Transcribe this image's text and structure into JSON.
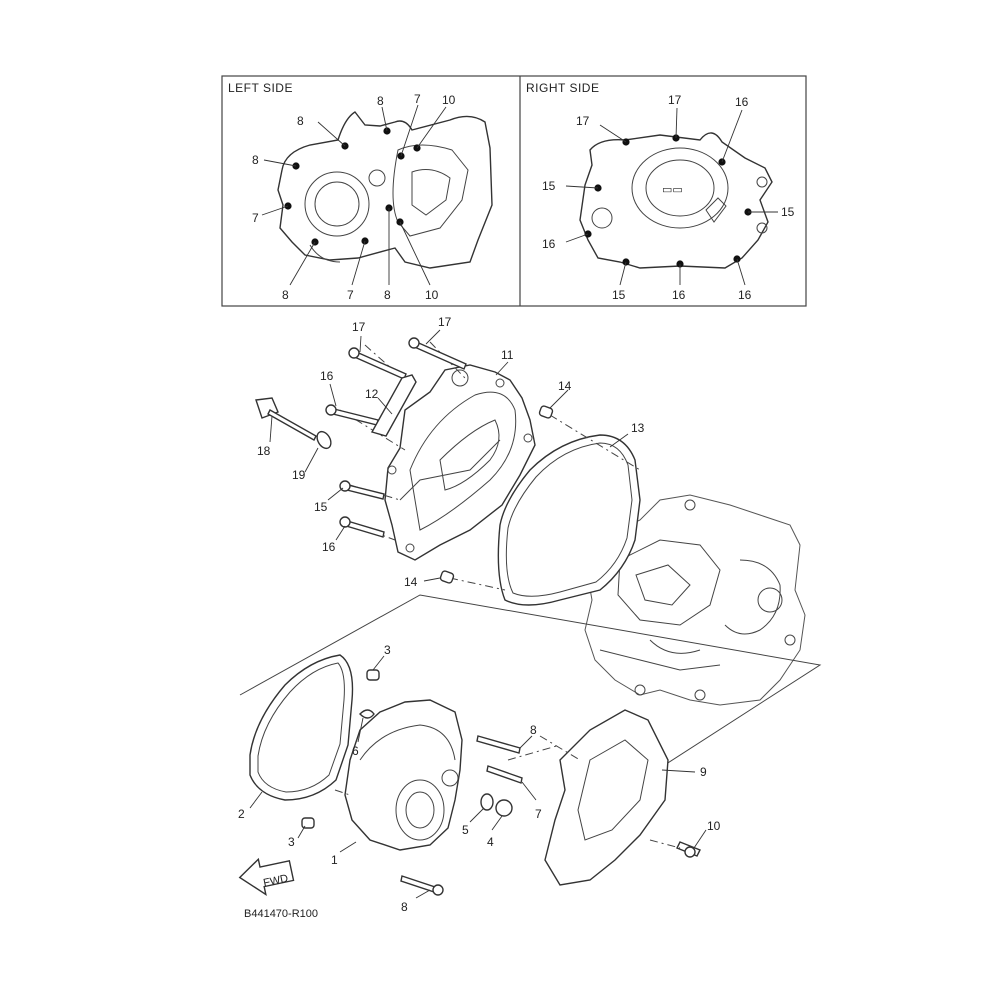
{
  "panels": {
    "left_title": "LEFT SIDE",
    "right_title": "RIGHT SIDE"
  },
  "left_panel_callouts": {
    "top_8": "8",
    "top_7": "7",
    "top_10": "10",
    "upper_8": "8",
    "mid_8": "8",
    "left_7": "7",
    "bot_8a": "8",
    "bot_7": "7",
    "bot_8b": "8",
    "bot_10": "10"
  },
  "right_panel_callouts": {
    "top_17": "17",
    "left_17": "17",
    "top_16": "16",
    "left_15": "15",
    "right_15": "15",
    "left_16": "16",
    "bot_15": "15",
    "bot_16a": "16",
    "bot_16b": "16"
  },
  "main_callouts": {
    "p1": "1",
    "p2": "2",
    "p3a": "3",
    "p3b": "3",
    "p4": "4",
    "p5": "5",
    "p6": "6",
    "p7": "7",
    "p8a": "8",
    "p8b": "8",
    "p9": "9",
    "p10": "10",
    "p11": "11",
    "p12": "12",
    "p13": "13",
    "p14a": "14",
    "p14b": "14",
    "p15": "15",
    "p16a": "16",
    "p16b": "16",
    "p17a": "17",
    "p17b": "17",
    "p18": "18",
    "p19": "19"
  },
  "fwd_label": "FWD",
  "diagram_code": "B441470-R100",
  "colors": {
    "line": "#333333",
    "background": "#ffffff"
  },
  "icons": [
    "fwd-arrow-icon"
  ]
}
